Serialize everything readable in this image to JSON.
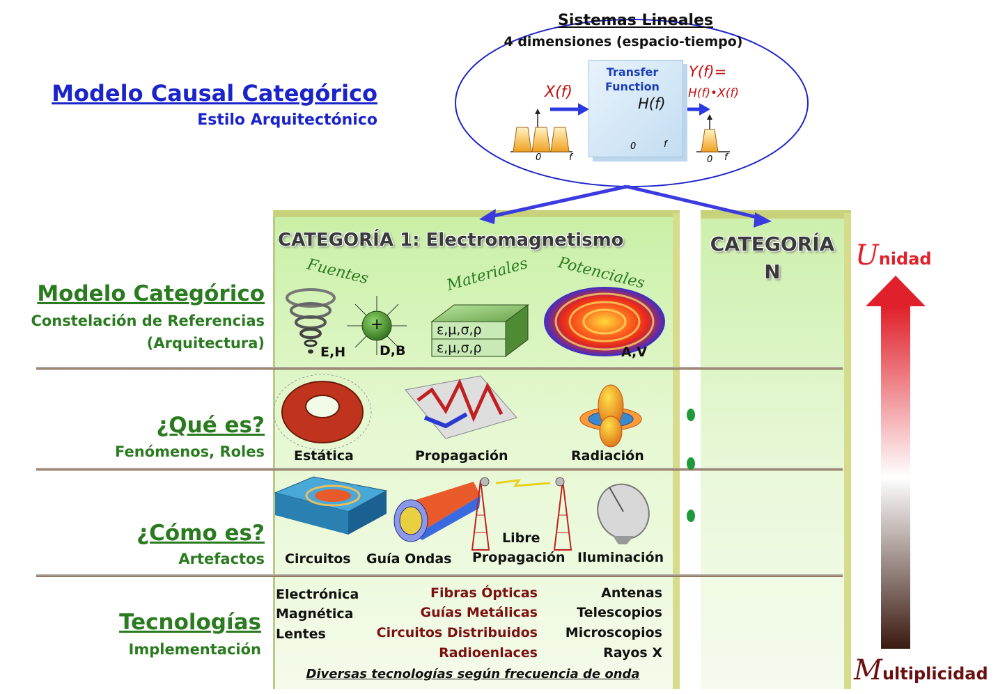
{
  "header": {
    "title": "Modelo Causal Categórico",
    "subtitle": "Estilo Arquitectónico"
  },
  "linear_systems": {
    "title": "Sistemas Lineales",
    "subtitle": "4 dimensiones (espacio-tiempo)",
    "box_label_1": "Transfer",
    "box_label_2": "Function",
    "input_label": "X(f)",
    "transfer_label": "H(f)",
    "output_label_1": "Y(f)=",
    "output_label_2": "H(f)•X(f)",
    "axis_zero": "0",
    "axis_f": "f"
  },
  "category_1": {
    "title": "CATEGORÍA 1: Electromagnetismo",
    "groups": {
      "sources": "Fuentes",
      "materials": "Materiales",
      "potentials": "Potenciales"
    },
    "labels": {
      "eh": "E,H",
      "db": "D,B",
      "material_params_top": "ε,μ,σ,ρ",
      "material_params_bottom": "ε,μ,σ,ρ",
      "av": "A,V",
      "plus": "+"
    }
  },
  "category_n": {
    "title_line1": "CATEGORÍA",
    "title_line2": "N"
  },
  "rows": [
    {
      "title": "Modelo Categórico",
      "subtitle_1": "Constelación de Referencias",
      "subtitle_2": "(Arquitectura)"
    },
    {
      "title": "¿Qué es?",
      "subtitle_1": "Fenómenos, Roles"
    },
    {
      "title": "¿Cómo es?",
      "subtitle_1": "Artefactos"
    },
    {
      "title": "Tecnologías",
      "subtitle_1": "Implementación"
    }
  ],
  "phenomena": [
    "Estática",
    "Propagación",
    "Radiación"
  ],
  "artifacts": {
    "circuits": "Circuitos",
    "waveguide": "Guía Ondas",
    "free_1": "Libre",
    "free_2": "Propagación",
    "illumination": "Iluminación"
  },
  "technologies": {
    "col1": [
      "Electrónica",
      "Magnética",
      "Lentes"
    ],
    "col2": [
      "Fibras Ópticas",
      "Guías Metálicas",
      "Circuitos Distribuidos",
      "Radioenlaces"
    ],
    "col3": [
      "Antenas",
      "Telescopios",
      "Microscopios",
      "Rayos X"
    ],
    "footer": "Diversas tecnologías según frecuencia de onda"
  },
  "scale": {
    "top_initial": "U",
    "top_rest": "nidad",
    "bottom_initial": "M",
    "bottom_rest": "ultiplicidad"
  },
  "colors": {
    "title_blue": "#1b24c9",
    "row_green": "#2a7a1f",
    "tech_red": "#7a1010",
    "arrow_top": "#e0202a"
  }
}
